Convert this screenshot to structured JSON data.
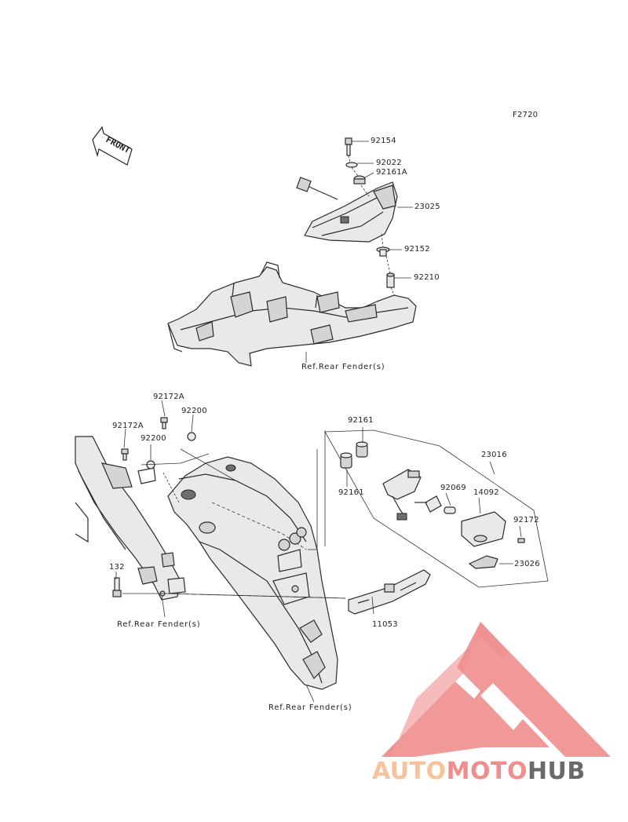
{
  "diagram_code": "F2720",
  "front_label": "FRONT",
  "labels": {
    "p92154": "92154",
    "p92022": "92022",
    "p92161A": "92161A",
    "p23025": "23025",
    "p92152": "92152",
    "p92210": "92210",
    "ref_top": "Ref.Rear Fender(s)",
    "p92172A_top": "92172A",
    "p92200_top": "92200",
    "p92172A_left": "92172A",
    "p92200_left": "92200",
    "p92161_top": "92161",
    "p92161_bottom": "92161",
    "p23016": "23016",
    "p92069": "92069",
    "p14092": "14092",
    "p92172": "92172",
    "p23026": "23026",
    "p132": "132",
    "ref_left": "Ref.Rear Fender(s)",
    "p11053": "11053",
    "ref_bottom": "Ref.Rear Fender(s)"
  },
  "watermark": {
    "part1": "AUTO",
    "part2": "MOTO",
    "part3": "HUB",
    "colors": {
      "triangle": "#f08d8d",
      "auto": "#f6c39c",
      "moto": "#f08d8d",
      "hub": "#6a6a6a"
    }
  }
}
